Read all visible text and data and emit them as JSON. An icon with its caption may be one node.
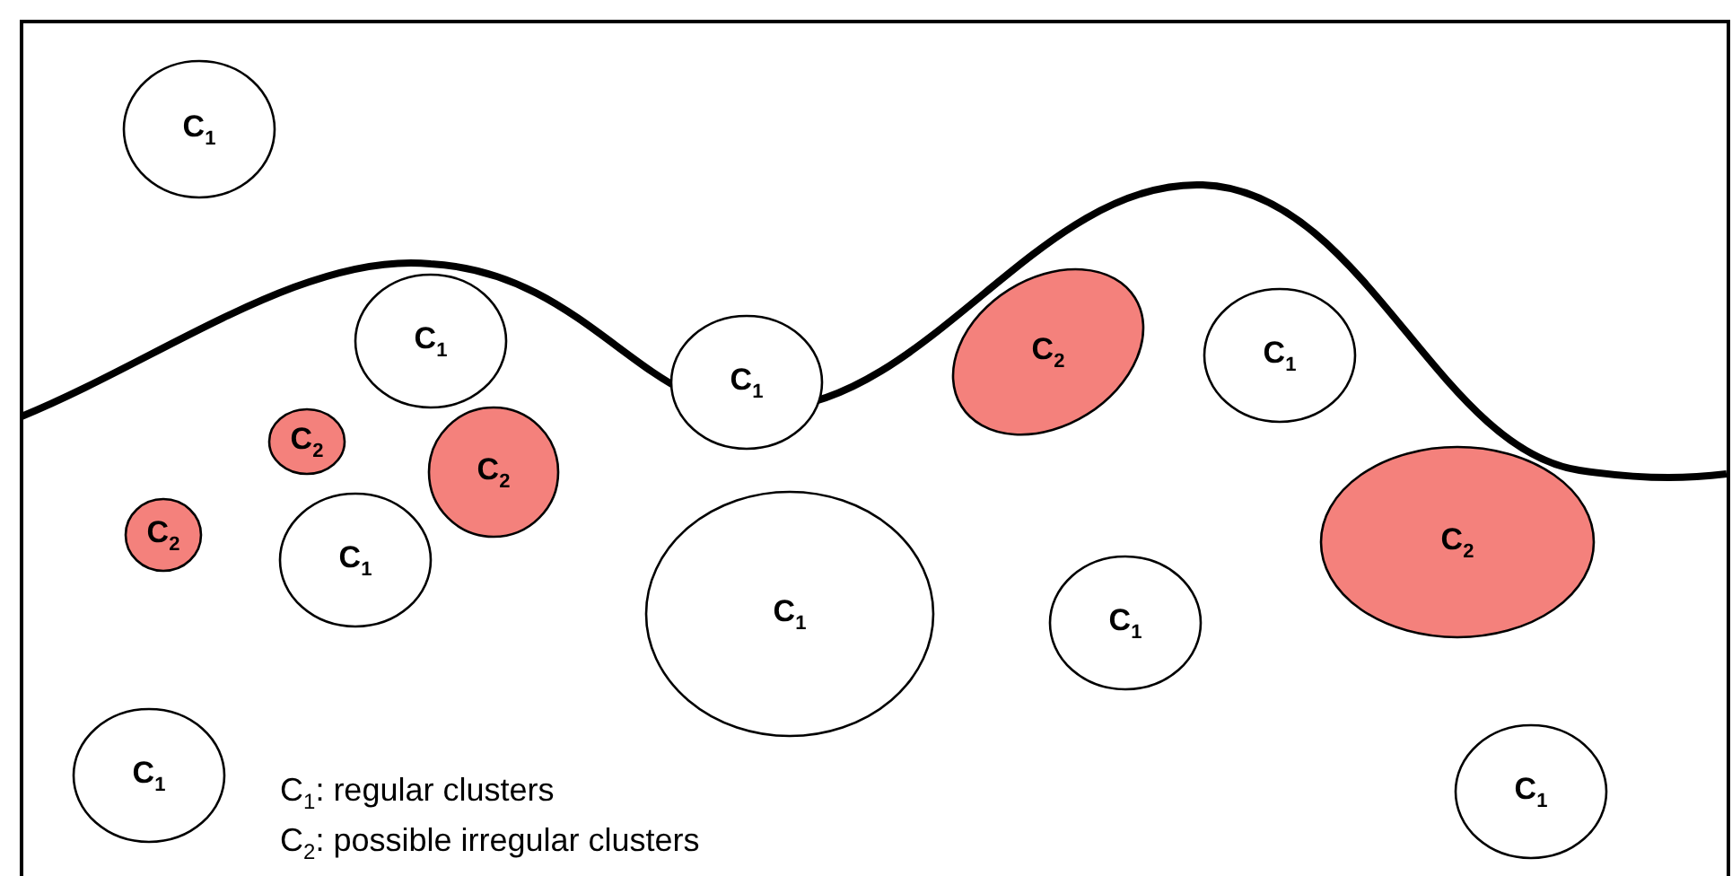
{
  "diagram": {
    "nodes": [
      {
        "text": [
          "C$_{1}$"
        ]
      },
      {
        "text": [
          "C$_{1}$"
        ]
      },
      {
        "text": [
          "C$_{2}$"
        ]
      },
      {
        "text": [
          "C$_{1}$"
        ]
      },
      {
        "text": [
          "C$_{1}$"
        ]
      },
      {
        "text": [
          "C$_{2}$"
        ]
      },
      {
        "text": [
          "C$_{2}$"
        ]
      },
      {
        "text": [
          "C$_{2}$"
        ]
      },
      {
        "text": [
          "C$_{1}$"
        ]
      },
      {
        "text": [
          "C$_{2}$"
        ]
      },
      {
        "text": [
          "C$_{1}$"
        ]
      },
      {
        "text": [
          "C$_{1}$"
        ]
      },
      {
        "text": [
          "C$_{1}$"
        ]
      },
      {
        "text": [
          "C$_{1}$"
        ]
      }
    ],
    "labels": [
      "C$_{1}$: regular clusters",
      "C$_{2}$: possible irregular clusters"
    ]
  }
}
